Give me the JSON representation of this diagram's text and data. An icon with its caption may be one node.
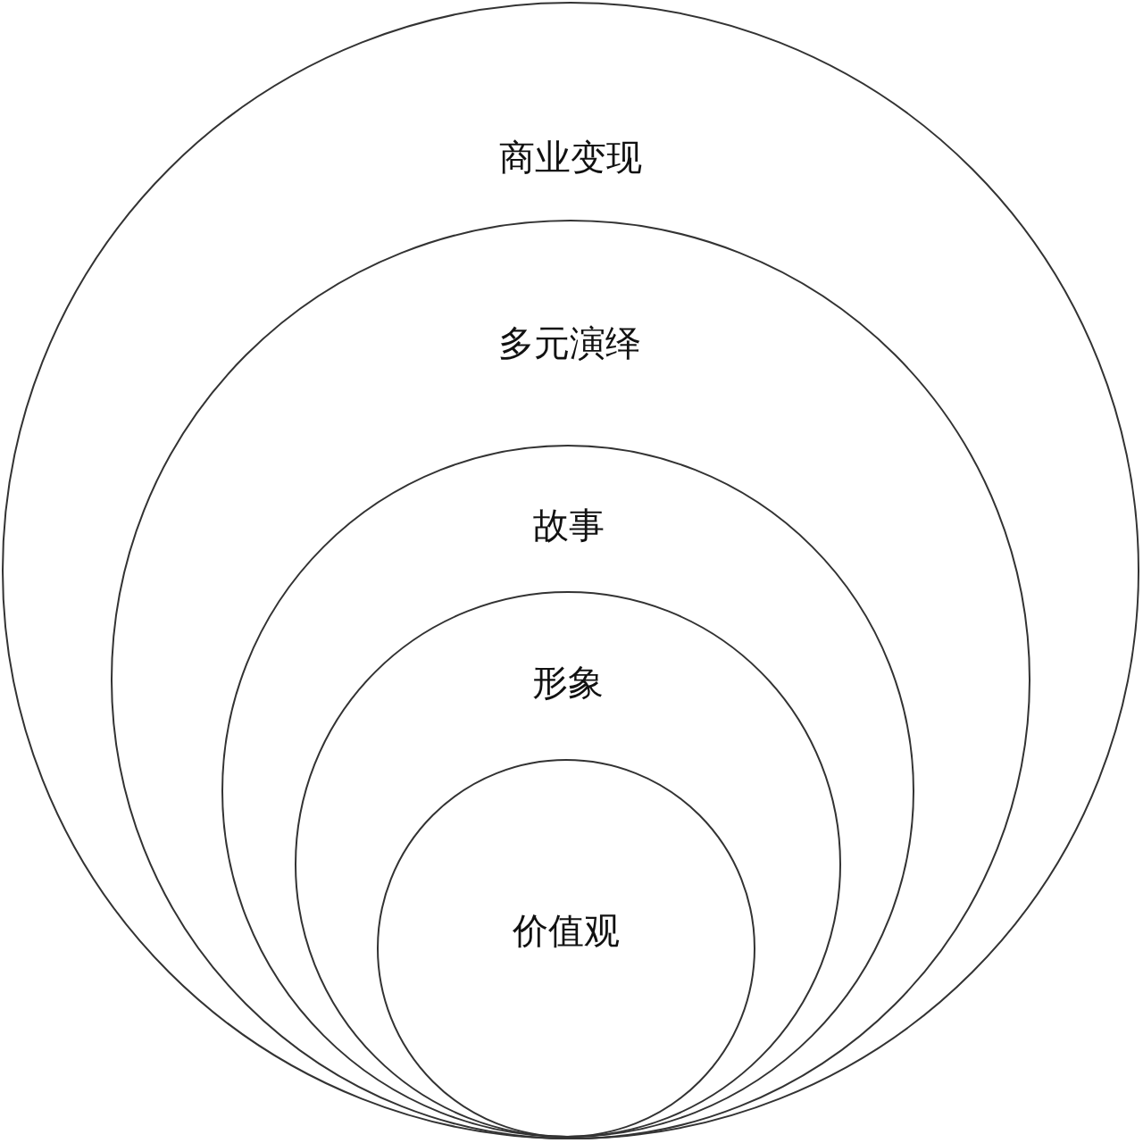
{
  "diagram": {
    "nodes": [
      {
        "text": [
          "商业变现"
        ]
      },
      {
        "text": [
          "多元演绎"
        ],
        "in": 0
      },
      {
        "text": [
          "故事"
        ],
        "in": 1
      },
      {
        "text": [
          "形象"
        ],
        "in": 2
      },
      {
        "text": [
          "价值观"
        ],
        "in": 3
      }
    ]
  }
}
